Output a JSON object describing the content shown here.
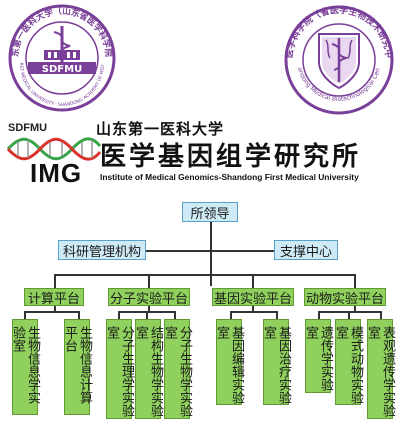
{
  "logo_left": {
    "ring_text": "山东第一医科大学（山东省医学科学院）",
    "banner": "SDFMU",
    "ring_text_bottom": "SHANDONG FIRST MEDICAL UNIVERSITY · SHANDONG ACADEMY OF MEDICAL SCIENCES",
    "color": "#7a3f98"
  },
  "logo_right": {
    "ring_text": "肖妇医学科学院（省医学生物技术研究中心）",
    "ring_text_bottom": "Shandong Medical Biotechnological Center",
    "color": "#7a3f98"
  },
  "header": {
    "sdfmu": "SDFMU",
    "university": "山东第一医科大学",
    "img": "IMG",
    "institute_cn": "医学基因组学研究所",
    "institute_en": "Institute of Medical Genomics-Shandong First Medical University"
  },
  "org": {
    "root": "所领导",
    "level2": [
      "科研管理机构",
      "支撑中心"
    ],
    "platforms": [
      {
        "label": "计算平台",
        "labs": [
          "生物信息学实验室",
          "生物信息计算平台"
        ]
      },
      {
        "label": "分子实验平台",
        "labs": [
          "分子生理学实验室",
          "结构生物学实验室",
          "分子生物学实验室"
        ]
      },
      {
        "label": "基因实验平台",
        "labs": [
          "基因编辑实验室",
          "基因治疗实验室"
        ]
      },
      {
        "label": "动物实验平台",
        "labs": [
          "遗传学实验室",
          "模式动物实验室",
          "表观遗传学实验室"
        ]
      }
    ]
  },
  "colors": {
    "purple": "#7a3f98",
    "green": "#8fd15c",
    "light_blue": "#cfeaf7",
    "dna_green": "#3aa34a",
    "dna_red": "#d8322a"
  }
}
